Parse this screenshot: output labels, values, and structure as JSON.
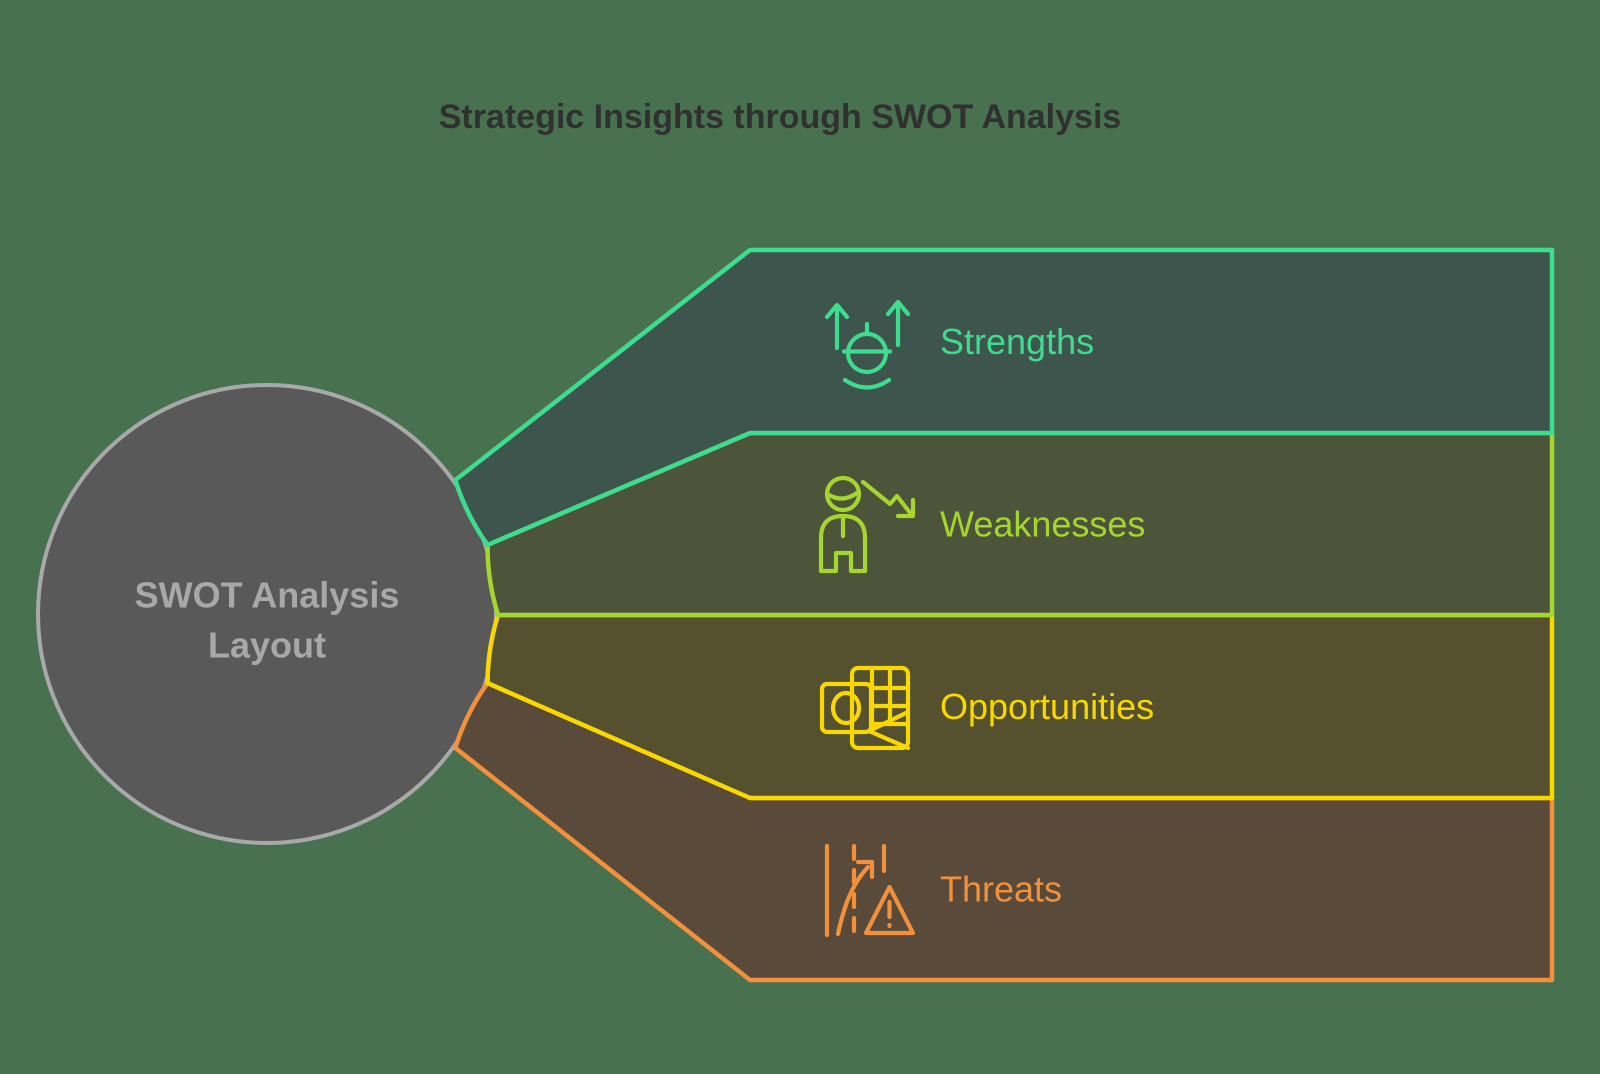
{
  "title": "Strategic Insights through SWOT Analysis",
  "center_circle": {
    "line1": "SWOT Analysis",
    "line2": "Layout"
  },
  "colors": {
    "background": "#48714F",
    "circle_fill": "#595959",
    "circle_stroke": "#A9A9A9",
    "circle_text": "#A8A8A8",
    "title": "#303030"
  },
  "bands": [
    {
      "id": "strengths",
      "label": "Strengths",
      "icon": "person-up-arrows-icon",
      "stroke_color": "#3EDC8E",
      "fill_color": "#3D554C"
    },
    {
      "id": "weaknesses",
      "label": "Weaknesses",
      "icon": "person-decline-arrow-icon",
      "stroke_color": "#A5D52F",
      "fill_color": "#4C5439"
    },
    {
      "id": "opportunities",
      "label": "Opportunities",
      "icon": "calendar-mail-icon",
      "stroke_color": "#F8D800",
      "fill_color": "#55512E"
    },
    {
      "id": "threats",
      "label": "Threats",
      "icon": "road-warning-icon",
      "stroke_color": "#F2913D",
      "fill_color": "#594A39"
    }
  ]
}
